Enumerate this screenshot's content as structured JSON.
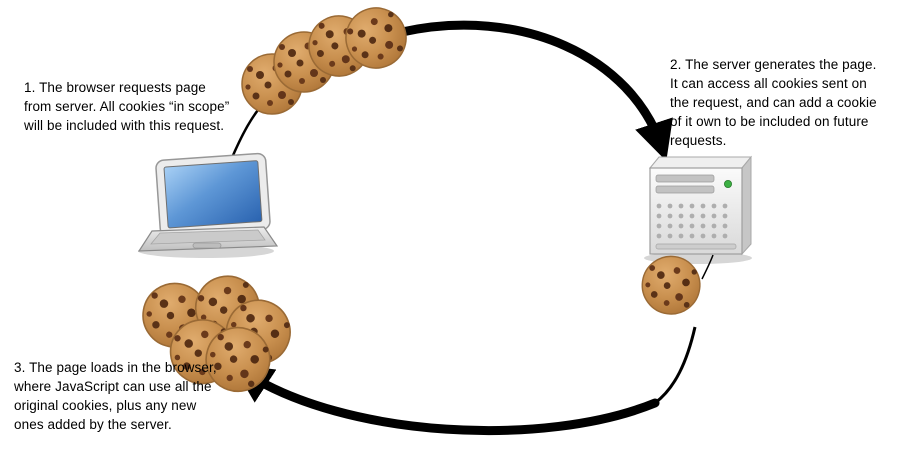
{
  "diagram": {
    "annotations": {
      "step1": {
        "lines": [
          "1. The browser requests page",
          "from server. All cookies “in scope”",
          "will be included with this request."
        ]
      },
      "step2": {
        "lines": [
          "2. The server generates the page.",
          "It can access all cookies sent on",
          "the request, and can add a cookie",
          "of it own to be included on future",
          "requests."
        ]
      },
      "step3": {
        "lines": [
          "3. The page loads in the browser,",
          "where JavaScript can use all the",
          "original cookies, plus any new",
          "ones added by the server."
        ]
      }
    },
    "icons": {
      "browser": "laptop-icon",
      "server": "server-tower-icon",
      "cookie": "chocolate-chip-cookie-icon"
    },
    "counts": {
      "request_cookies": 4,
      "browser_cookies": 5,
      "server_cookies": 1
    },
    "colors": {
      "cookie_base": "#C9904F",
      "cookie_edge": "#9A6A35",
      "cookie_chip": "#5A3217",
      "arrow": "#000000",
      "laptop_screen_top": "#8FC0F0",
      "laptop_screen_bottom": "#2A63B0",
      "server_led": "#3CB043",
      "background": "#FFFFFF",
      "text": "#000000"
    }
  }
}
